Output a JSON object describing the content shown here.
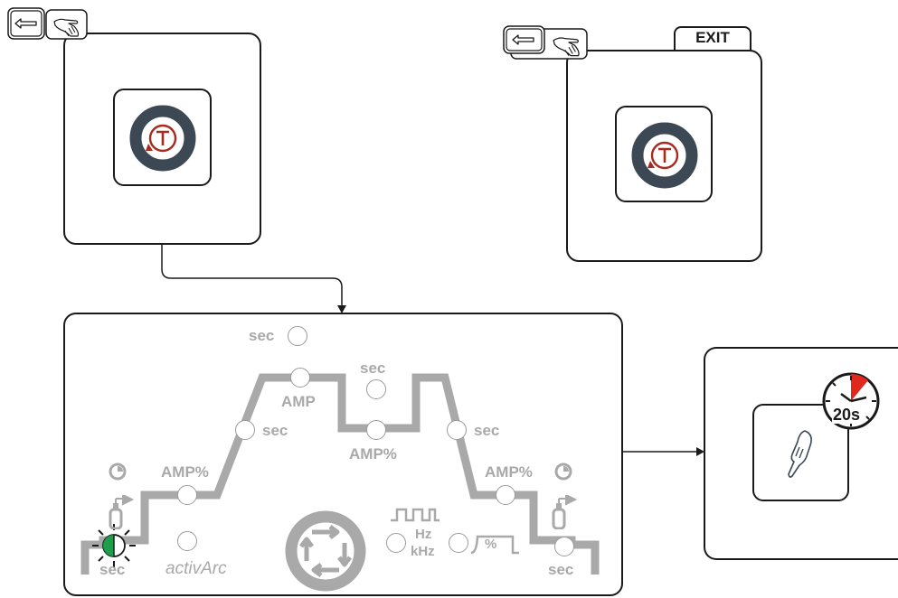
{
  "exit_tab": {
    "label": "EXIT"
  },
  "timeout_badge": {
    "label": "20s"
  },
  "process_panel": {
    "labels": {
      "preflow_time": "sec",
      "start_current": "AMP%",
      "upslope_time": "sec",
      "main_current": "AMP",
      "pulse_time": "sec",
      "main_current_secondary": "AMP%",
      "top_time": "sec",
      "downslope_time": "sec",
      "end_current": "AMP%",
      "postflow_time": "sec",
      "activarc": "activArc",
      "freq_hz": "Hz",
      "freq_khz": "kHz",
      "balance_percent": "%"
    },
    "active_led_color": "#1e9e4a"
  },
  "colors": {
    "knob_ring": "#3c4955",
    "torch_red": "#a82a1e",
    "timer_red": "#e0281c",
    "inactive_gray": "#a9a9a9"
  },
  "icons": {
    "back": "back-arrow-icon",
    "hand": "hand-press-icon",
    "torch_mode": "torch-mode-icon",
    "timer": "stopwatch-icon",
    "torch_trigger": "torch-trigger-icon"
  }
}
